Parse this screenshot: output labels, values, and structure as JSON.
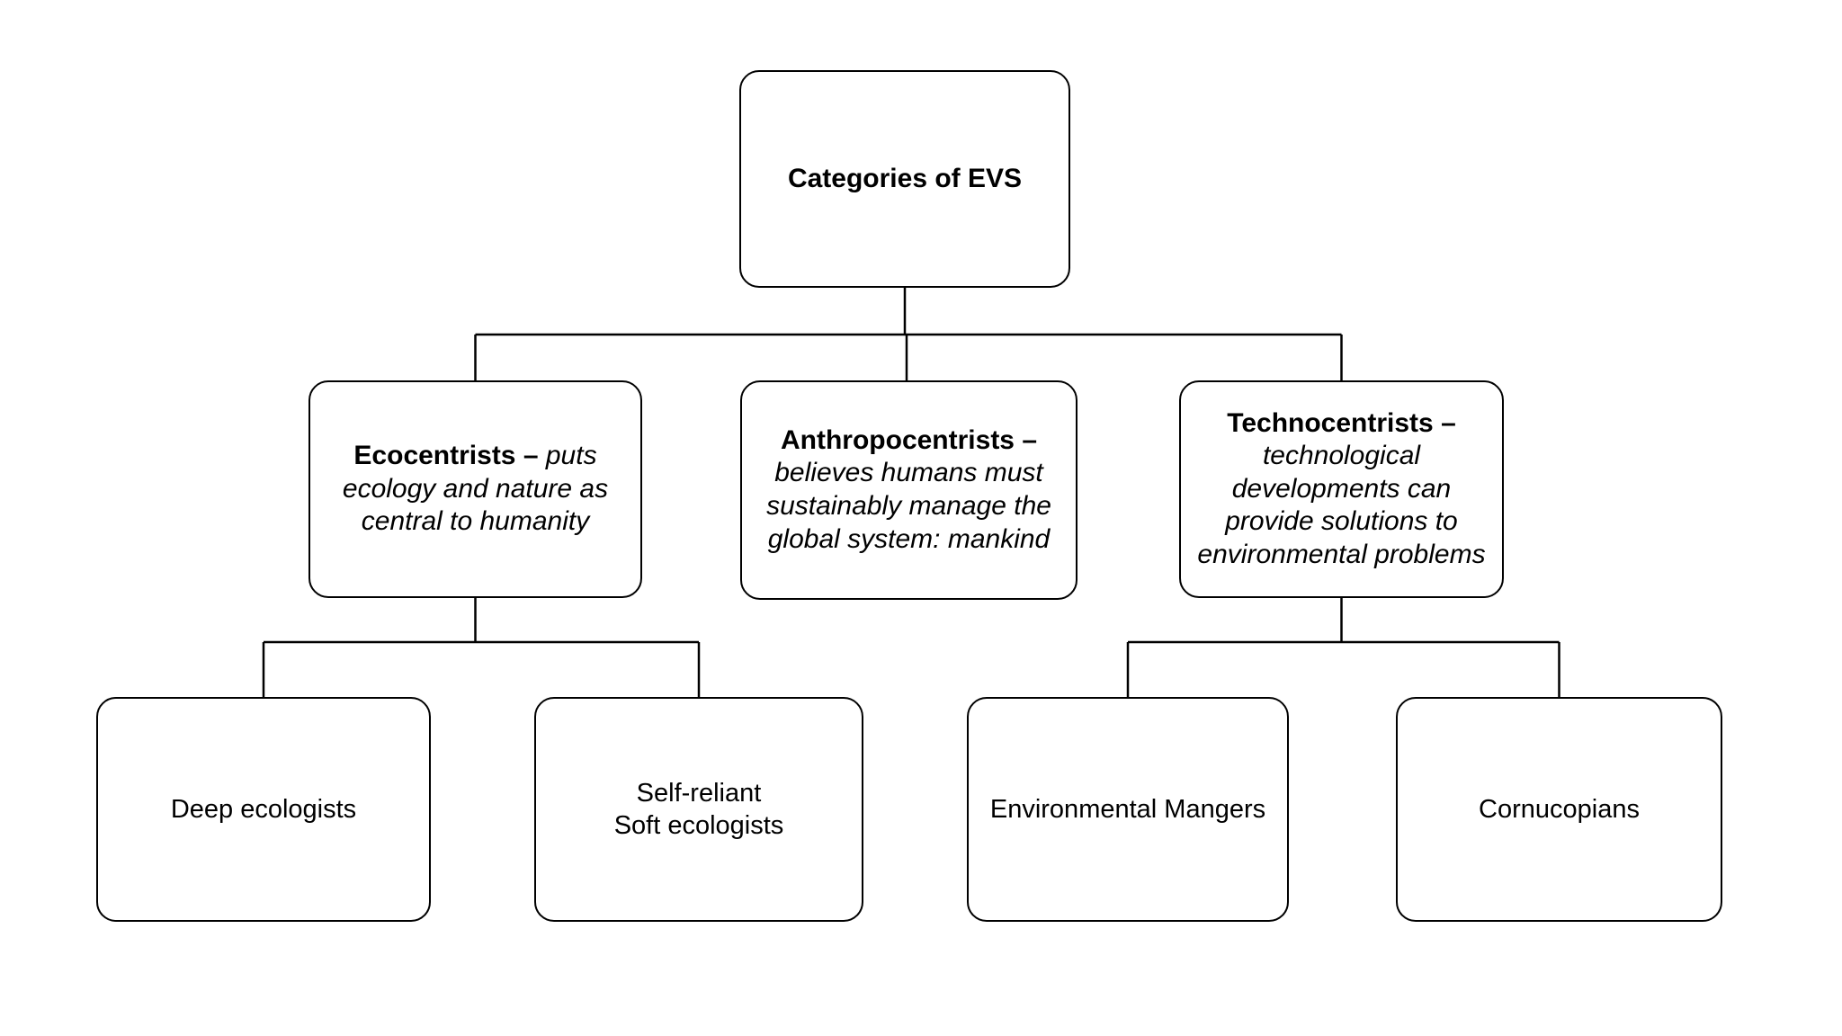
{
  "diagram": {
    "title": "Categories of EVS",
    "colors": {
      "background": "#ffffff",
      "box_fill": "#ffffff",
      "box_border": "#000000",
      "connector_line": "#000000",
      "text": "#000000"
    },
    "nodes": {
      "root": {
        "title": "Categories of EVS"
      },
      "ecocentrists": {
        "title": "Ecocentrists –",
        "description": "puts ecology and nature as central to humanity"
      },
      "anthropocentrists": {
        "title": "Anthropocentrists –",
        "description": "believes humans must sustainably manage the global system: mankind"
      },
      "technocentrists": {
        "title": "Technocentrists –",
        "description": "technological developments can provide solutions to environmental problems"
      },
      "deep_ecologists": {
        "label": "Deep ecologists"
      },
      "self_reliant": {
        "lines": [
          "Self-reliant",
          "Soft ecologists"
        ]
      },
      "environmental_mangers": {
        "label": "Environmental Mangers"
      },
      "cornucopians": {
        "label": "Cornucopians"
      }
    },
    "edges": [
      {
        "from": "root",
        "to": "ecocentrists"
      },
      {
        "from": "root",
        "to": "anthropocentrists"
      },
      {
        "from": "root",
        "to": "technocentrists"
      },
      {
        "from": "ecocentrists",
        "to": "deep_ecologists"
      },
      {
        "from": "ecocentrists",
        "to": "self_reliant"
      },
      {
        "from": "technocentrists",
        "to": "environmental_mangers"
      },
      {
        "from": "technocentrists",
        "to": "cornucopians"
      }
    ]
  }
}
